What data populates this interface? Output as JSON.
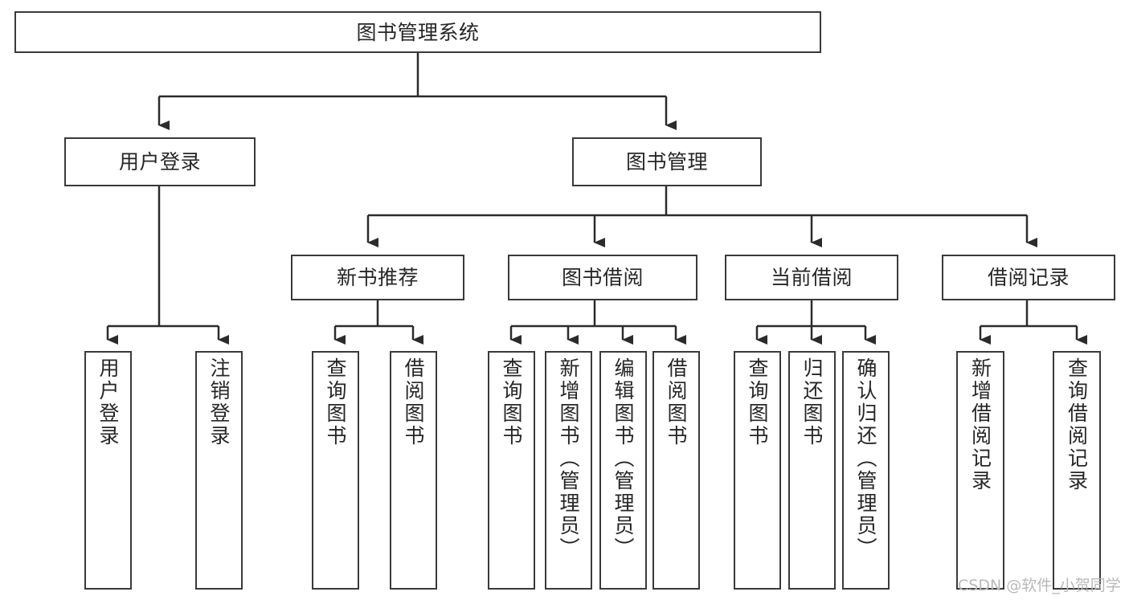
{
  "diagram": {
    "title": "图书管理系统",
    "type": "tree",
    "watermark": "CSDN @软件_小贺同学",
    "colors": {
      "box_border": "#3a3a3a",
      "box_fill": "#ffffff",
      "edge": "#2b2b2b",
      "text": "#262626",
      "watermark": "#b9b9b9",
      "background": "#ffffff"
    },
    "nodes": {
      "root": {
        "label": "图书管理系统"
      },
      "level2": [
        {
          "label": "用户登录"
        },
        {
          "label": "图书管理"
        }
      ],
      "level3": [
        {
          "label": "新书推荐"
        },
        {
          "label": "图书借阅"
        },
        {
          "label": "当前借阅"
        },
        {
          "label": "借阅记录"
        }
      ],
      "leaves": {
        "user_login": [
          {
            "label": "用户登录"
          },
          {
            "label": "注销登录"
          }
        ],
        "new_book_recommend": [
          {
            "label": "查询图书"
          },
          {
            "label": "借阅图书"
          }
        ],
        "book_borrow": [
          {
            "label": "查询图书"
          },
          {
            "label": "新增图书（管理员）"
          },
          {
            "label": "编辑图书（管理员）"
          },
          {
            "label": "借阅图书"
          }
        ],
        "current_borrow": [
          {
            "label": "查询图书"
          },
          {
            "label": "归还图书"
          },
          {
            "label": "确认归还（管理员）"
          }
        ],
        "borrow_record": [
          {
            "label": "新增借阅记录"
          },
          {
            "label": "查询借阅记录"
          }
        ]
      }
    }
  }
}
